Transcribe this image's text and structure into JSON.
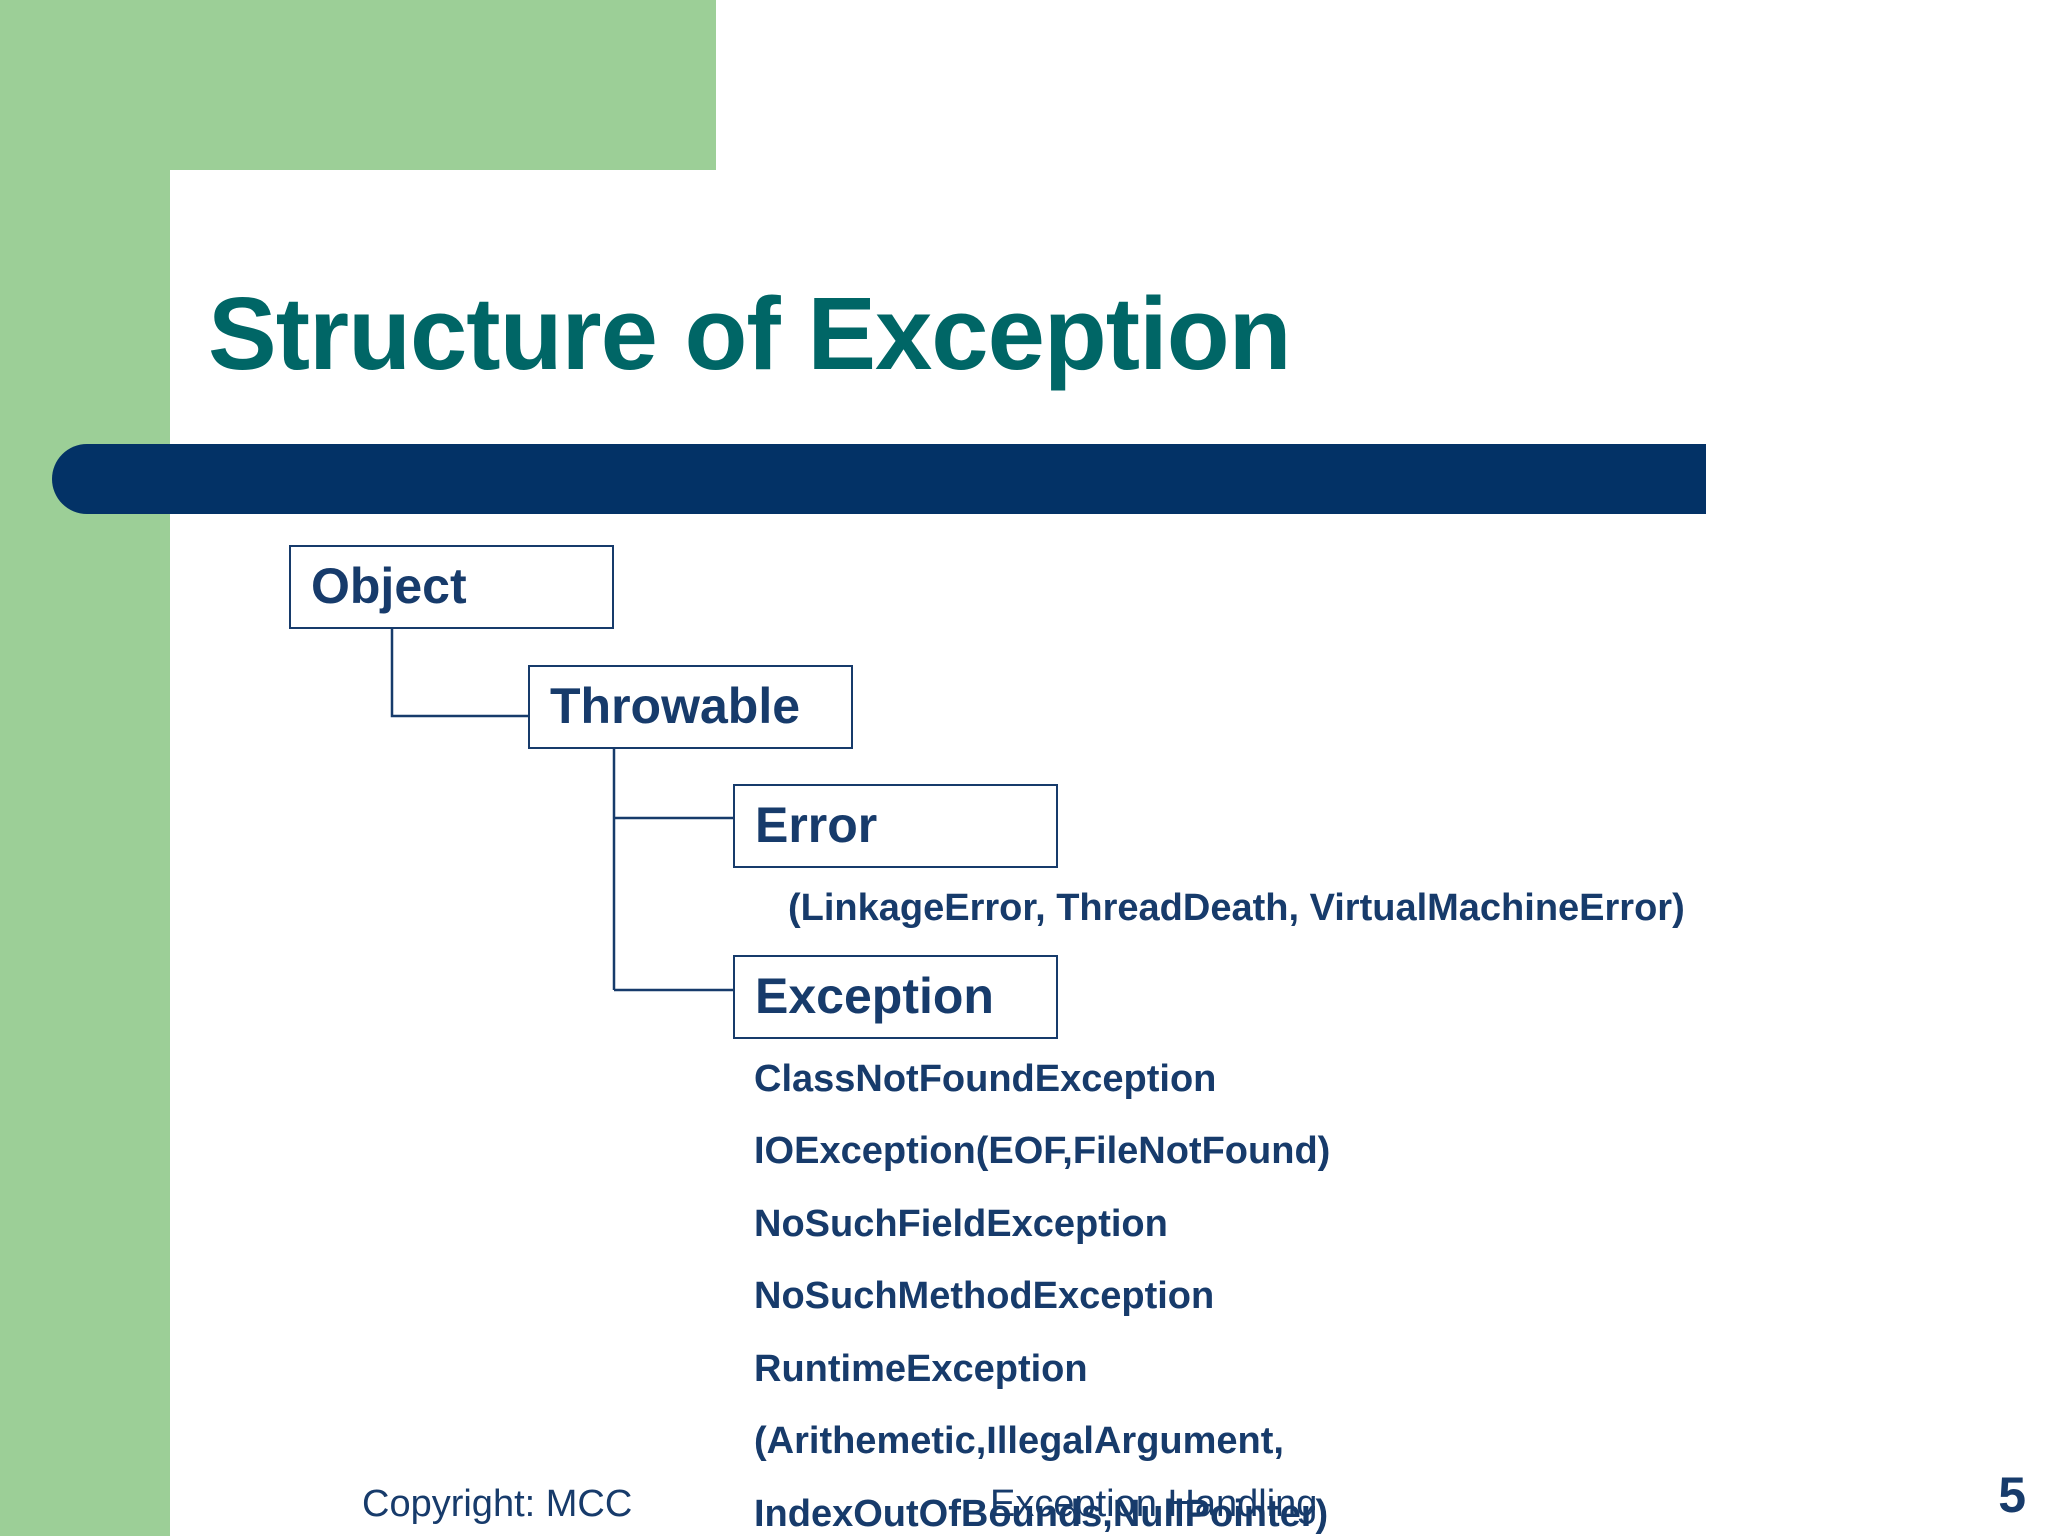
{
  "slide": {
    "title": "Structure of Exception",
    "slide_number": "5"
  },
  "hierarchy": {
    "object": "Object",
    "throwable": "Throwable",
    "error": "Error",
    "error_subclasses": "(LinkageError, ThreadDeath, VirtualMachineError)",
    "exception": "Exception",
    "exception_subclasses": [
      "ClassNotFoundException",
      "IOException(EOF,FileNotFound)",
      "NoSuchFieldException",
      "NoSuchMethodException",
      "RuntimeException",
      "(Arithemetic,IllegalArgument,",
      "IndexOutOfBounds,NullPointer)"
    ]
  },
  "footer": {
    "copyright": "Copyright: MCC",
    "topic": "Exception Handling"
  },
  "colors": {
    "title": "#006666",
    "accent_bar": "#033266",
    "background_green": "#9ccf97",
    "diagram_text": "#173b6b"
  }
}
